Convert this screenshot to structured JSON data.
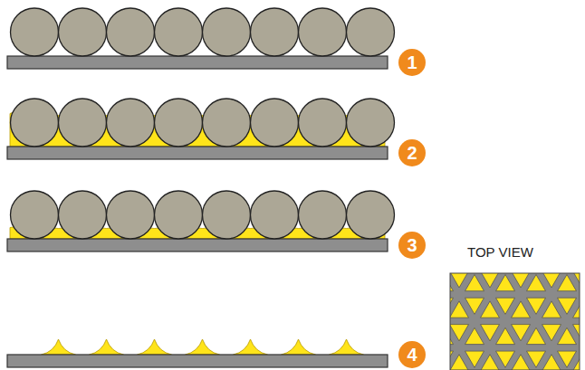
{
  "diagram": {
    "nodes": [
      {
        "text": [
          "1"
        ]
      },
      {
        "text": [
          "2"
        ]
      },
      {
        "text": [
          "3"
        ]
      },
      {
        "text": [
          "4"
        ]
      }
    ],
    "labels": [
      "TOP VIEW"
    ]
  }
}
